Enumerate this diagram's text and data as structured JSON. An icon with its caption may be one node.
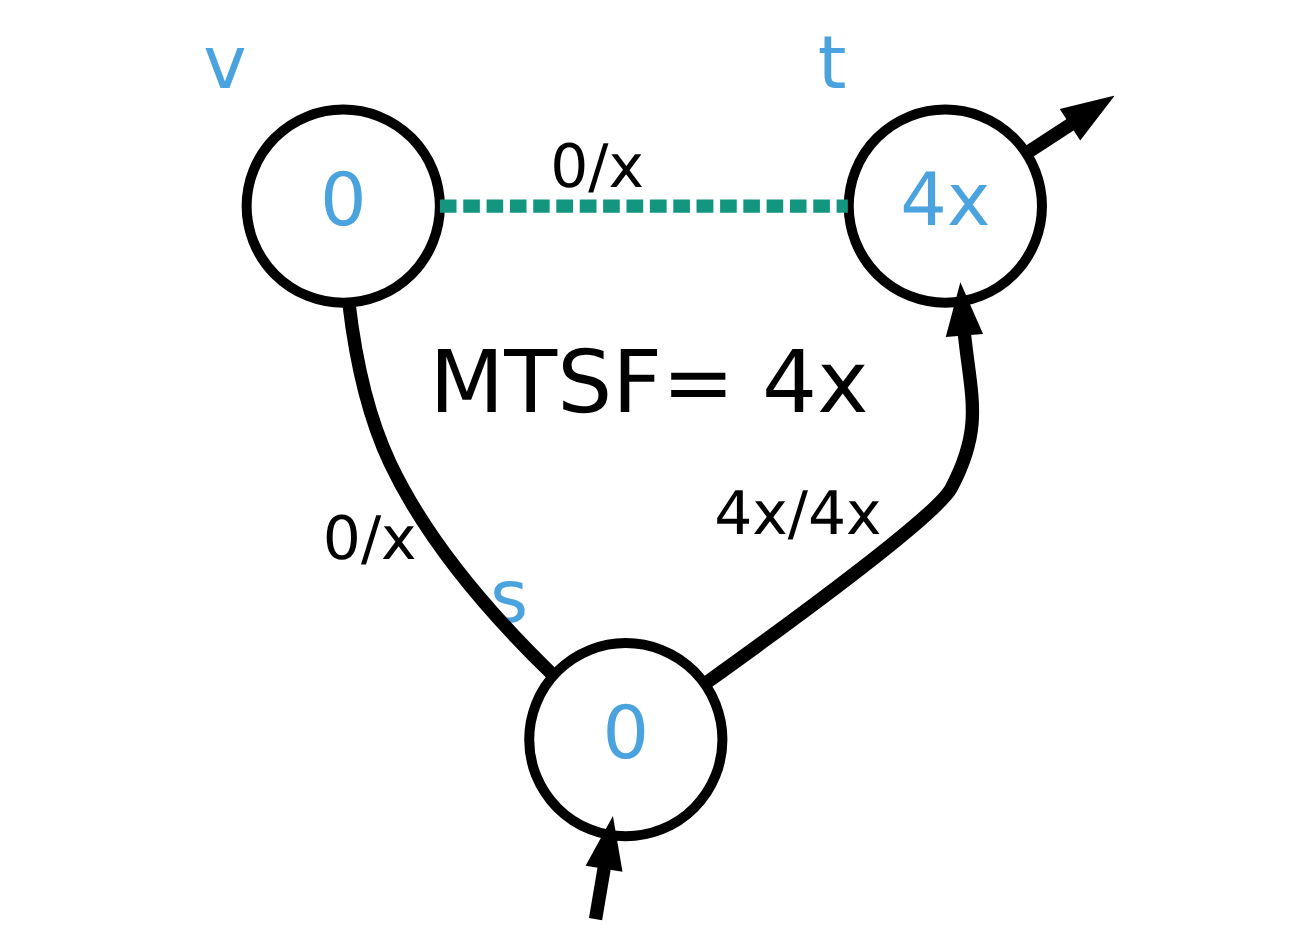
{
  "diagram": {
    "nodes": [
      {
        "text": [
          "0"
        ],
        "beside": [
          "v"
        ]
      },
      {
        "text": [
          "0"
        ],
        "beside": [
          "s"
        ]
      },
      {
        "text": [
          "4x"
        ],
        "beside": [
          "t"
        ]
      }
    ],
    "edges": [
      {
        "from": 1,
        "to": 0,
        "arrow": "none",
        "label": "0/x"
      },
      {
        "from": 0,
        "to": 2,
        "arrow": "none",
        "label": "0/x",
        "style": "dashed",
        "color": "#13967f"
      },
      {
        "from": 1,
        "to": 2,
        "arrow": "to",
        "label": "4x/4x"
      },
      {
        "from": null,
        "to": 1,
        "arrow": "to"
      },
      {
        "from": 2,
        "to": null,
        "arrow": "to"
      }
    ],
    "labels": [
      "MTSF= 4x"
    ]
  }
}
